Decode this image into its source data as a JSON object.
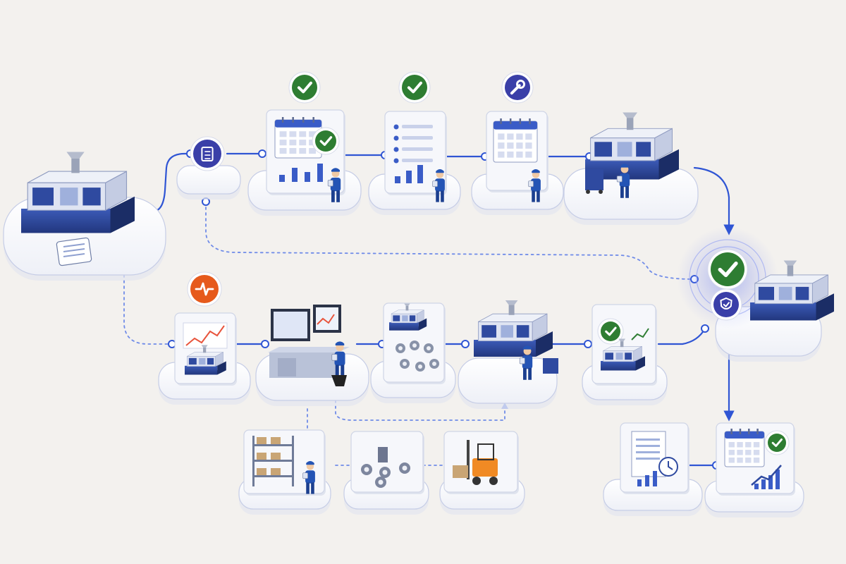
{
  "diagram": {
    "type": "maintenance-workflow-flow",
    "colors": {
      "background": "#f3f1ee",
      "flow_line": "#2f55d4",
      "dotted_line": "#6f8be8",
      "platform_fill": "#ffffff",
      "platform_stroke": "#c6cde6",
      "card_fill": "#f6f7fb",
      "card_stroke": "#cfd5e6",
      "machine_body": "#2f4aa0",
      "machine_panel": "#dde3f3",
      "check_green": "#2e7d32",
      "badge_indigo": "#3a3fa8",
      "badge_orange": "#e65a1c",
      "chart_red": "#e8543c",
      "worker_blue": "#2454b5",
      "forklift_orange": "#f08a24",
      "shield_glow": "#7d8cf0"
    },
    "nodes": [
      {
        "id": "machine-start",
        "icon": "injection-molding-machine-icon"
      },
      {
        "id": "checklist-node",
        "icon": "clipboard-checklist-icon"
      },
      {
        "id": "schedule-approved",
        "icon": "calendar-check-icon",
        "badge": "check-icon"
      },
      {
        "id": "work-order-review",
        "icon": "task-list-icon",
        "badge": "check-icon"
      },
      {
        "id": "maintenance-scheduled",
        "icon": "calendar-icon",
        "badge": "wrench-icon"
      },
      {
        "id": "machine-repair",
        "icon": "machine-with-technician-icon"
      },
      {
        "id": "machine-verified",
        "icon": "machine-icon",
        "badge": "check-shield-icon"
      },
      {
        "id": "condition-monitoring",
        "icon": "trend-chart-icon",
        "badge": "heartbeat-icon"
      },
      {
        "id": "control-room",
        "icon": "operator-workstation-icon"
      },
      {
        "id": "spare-parts",
        "icon": "parts-icon"
      },
      {
        "id": "technician-repair",
        "icon": "machine-repair-icon"
      },
      {
        "id": "test-run",
        "icon": "check-trend-icon"
      },
      {
        "id": "warehouse",
        "icon": "shelving-icon"
      },
      {
        "id": "components",
        "icon": "bolts-bearings-icon"
      },
      {
        "id": "forklift",
        "icon": "forklift-icon"
      },
      {
        "id": "report",
        "icon": "document-clock-icon"
      },
      {
        "id": "schedule-growth",
        "icon": "calendar-growth-icon"
      }
    ]
  }
}
